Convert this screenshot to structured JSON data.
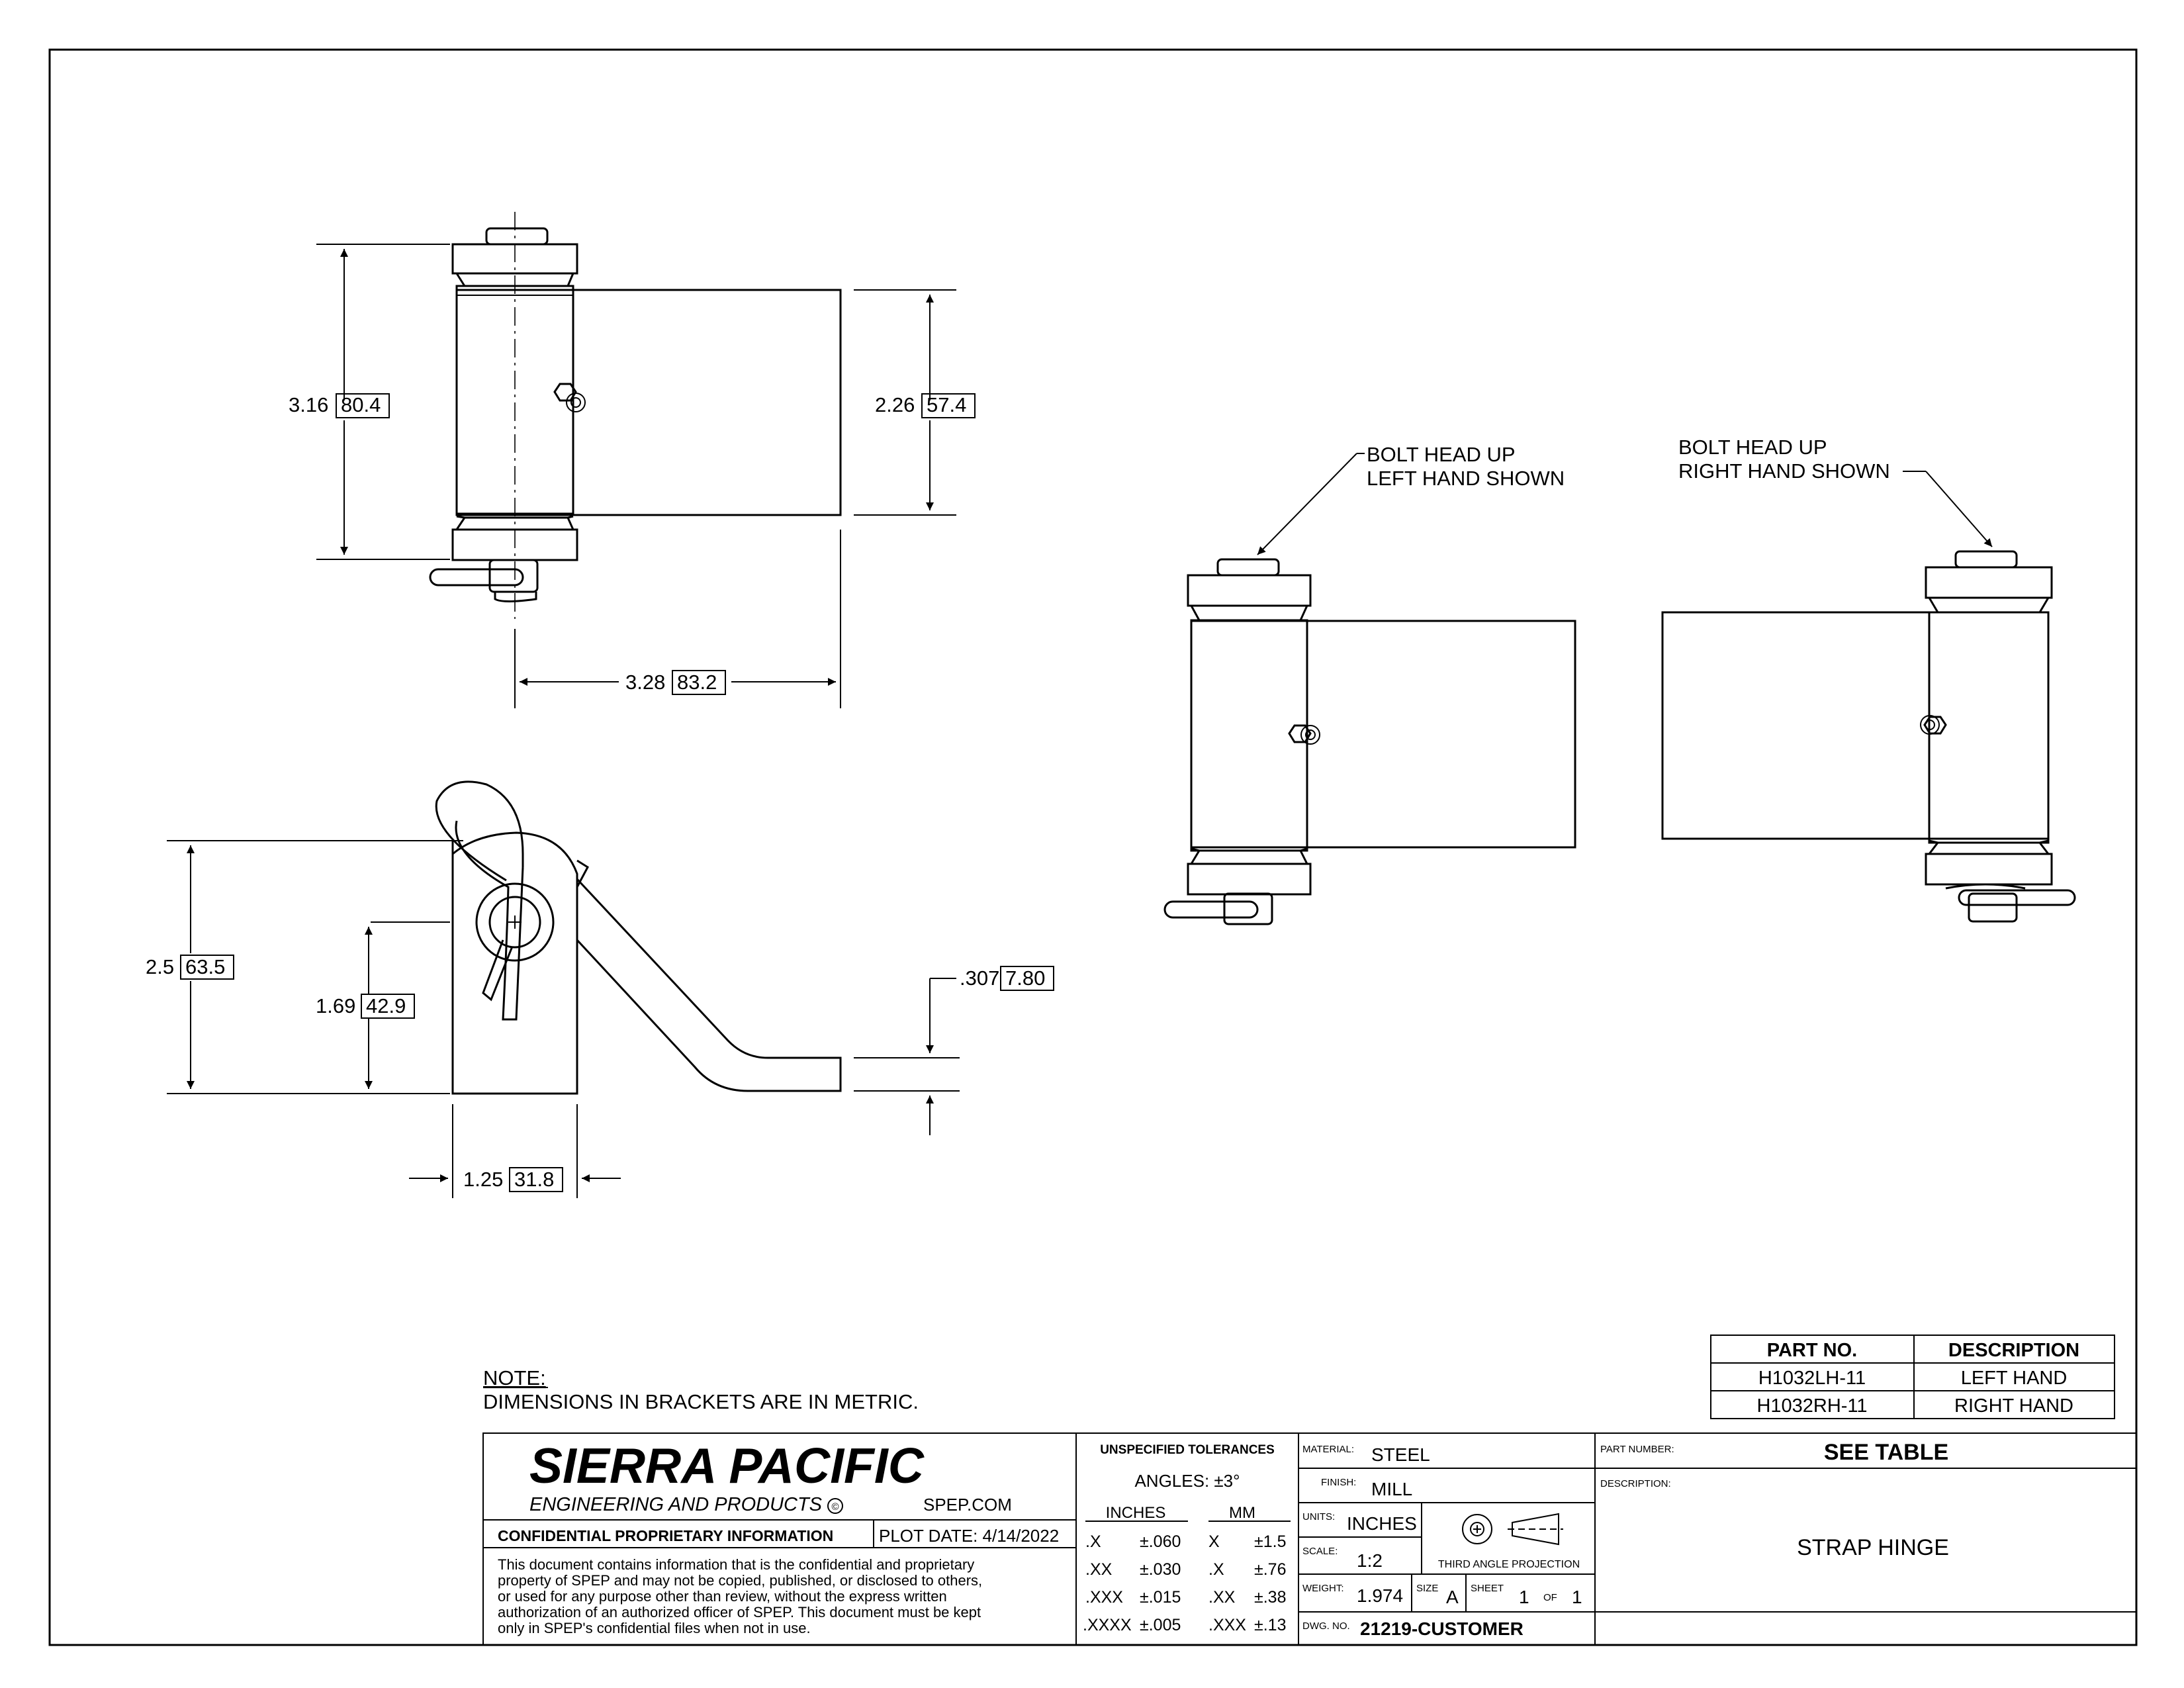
{
  "dimensions": {
    "top_height": "3.16",
    "top_height_mm": "80.4",
    "plate_height": "2.26",
    "plate_height_mm": "57.4",
    "plate_length": "3.28",
    "plate_length_mm": "83.2",
    "side_height": "2.5",
    "side_height_mm": "63.5",
    "pin_height": "1.69",
    "pin_height_mm": "42.9",
    "strap_thickness": ".307",
    "strap_thickness_mm": "7.80",
    "knuckle_width": "1.25",
    "knuckle_width_mm": "31.8"
  },
  "callouts": {
    "left": [
      "BOLT HEAD UP",
      "LEFT HAND SHOWN"
    ],
    "right": [
      "BOLT HEAD UP",
      "RIGHT HAND SHOWN"
    ]
  },
  "note": {
    "heading": "NOTE:",
    "text": "DIMENSIONS IN BRACKETS ARE IN METRIC."
  },
  "part_table": {
    "headers": [
      "PART NO.",
      "DESCRIPTION"
    ],
    "rows": [
      [
        "H1032LH-11",
        "LEFT HAND"
      ],
      [
        "H1032RH-11",
        "RIGHT HAND"
      ]
    ]
  },
  "title_block": {
    "company": "SIERRA PACIFIC",
    "company_sub": "ENGINEERING AND PRODUCTS",
    "copyright": "©",
    "website": "SPEP.COM",
    "confidential": "CONFIDENTIAL PROPRIETARY INFORMATION",
    "plot_date": "PLOT DATE: 4/14/2022",
    "disclaimer": [
      "This document contains information that is the confidential and proprietary",
      "property of SPEP and may not be copied, published, or disclosed to others,",
      "or used for any purpose  other than review, without the express written",
      "authorization of an authorized officer of SPEP. This document must be kept",
      "only in SPEP's confidential files when not in use."
    ],
    "tolerances": {
      "title": "UNSPECIFIED TOLERANCES",
      "angles": "ANGLES: ±3°",
      "inches_header": "INCHES",
      "mm_header": "MM",
      "rows": [
        [
          ".X",
          "±.060",
          "X",
          "±1.5"
        ],
        [
          ".XX",
          "±.030",
          ".X",
          "±.76"
        ],
        [
          ".XXX",
          "±.015",
          ".XX",
          "±.38"
        ],
        [
          ".XXXX",
          "±.005",
          ".XXX",
          "±.13"
        ]
      ]
    },
    "material_label": "MATERIAL:",
    "material": "STEEL",
    "finish_label": "FINISH:",
    "finish": "MILL",
    "units_label": "UNITS:",
    "units": "INCHES",
    "scale_label": "SCALE:",
    "scale": "1:2",
    "projection": "THIRD ANGLE PROJECTION",
    "weight_label": "WEIGHT:",
    "weight": "1.974",
    "size_label": "SIZE",
    "size": "A",
    "sheet_label": "SHEET",
    "sheet": "1",
    "of_label": "OF",
    "sheet_total": "1",
    "dwg_label": "DWG. NO.",
    "dwg_no": "21219-CUSTOMER",
    "part_number_label": "PART NUMBER:",
    "part_number": "SEE TABLE",
    "description_label": "DESCRIPTION:",
    "description": "STRAP HINGE"
  }
}
